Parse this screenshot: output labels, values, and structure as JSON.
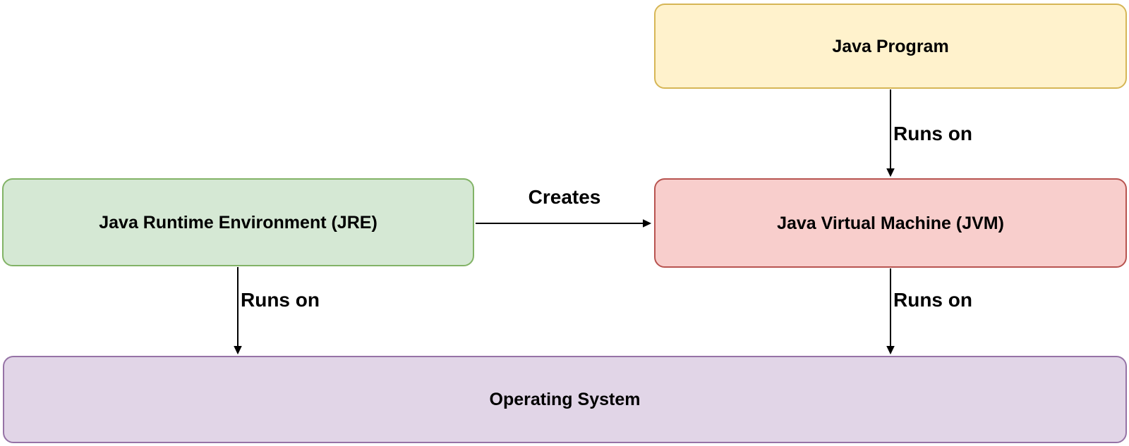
{
  "diagram": {
    "description": "Java runtime architecture flowchart",
    "nodes": [
      {
        "id": "java-program",
        "label": "Java Program",
        "fill": "#FFF2CC",
        "stroke": "#D6B656"
      },
      {
        "id": "jre",
        "label": "Java Runtime Environment (JRE)",
        "fill": "#D5E8D4",
        "stroke": "#82B366"
      },
      {
        "id": "jvm",
        "label": "Java Virtual Machine (JVM)",
        "fill": "#F8CECC",
        "stroke": "#B85450"
      },
      {
        "id": "os",
        "label": "Operating System",
        "fill": "#E1D5E7",
        "stroke": "#9673A6"
      }
    ],
    "edges": [
      {
        "from": "java-program",
        "to": "jvm",
        "label": "Runs on"
      },
      {
        "from": "jre",
        "to": "jvm",
        "label": "Creates"
      },
      {
        "from": "jre",
        "to": "os",
        "label": "Runs on"
      },
      {
        "from": "jvm",
        "to": "os",
        "label": "Runs on"
      }
    ],
    "colors": {
      "background": "#FFFFFF",
      "arrow": "#000000",
      "text": "#000000"
    }
  }
}
